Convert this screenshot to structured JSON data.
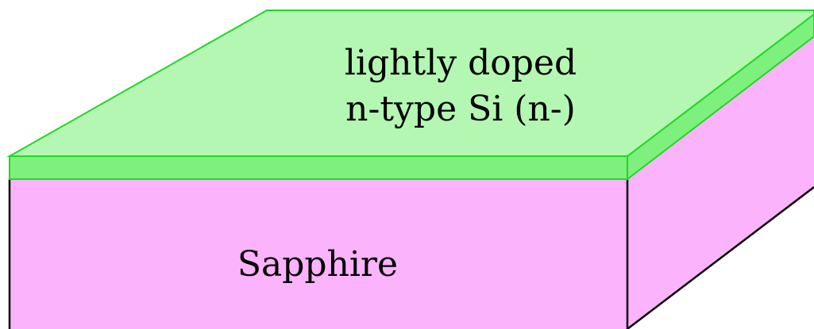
{
  "colors": {
    "silicon_fill_top": "#b3f7b3",
    "silicon_fill_front": "#7df07d",
    "silicon_fill_side": "#7df07d",
    "silicon_edge": "#22d822",
    "sapphire_fill": "#fbb3fb",
    "outline": "#000000",
    "background": "#ffffff"
  },
  "layers": {
    "silicon": {
      "label_line1": "lightly doped",
      "label_line2": "n-type Si (n-)"
    },
    "substrate": {
      "label": "Sapphire"
    }
  }
}
